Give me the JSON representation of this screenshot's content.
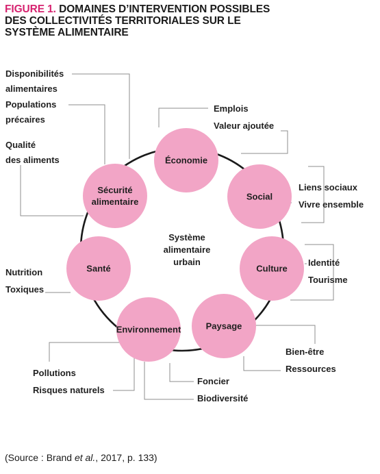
{
  "figure": {
    "label": "FIGURE 1.",
    "title_lines": [
      "DOMAINES D’INTERVENTION POSSIBLES",
      "DES COLLECTIVITÉS TERRITORIALES SUR LE",
      "SYSTÈME ALIMENTAIRE"
    ]
  },
  "center": {
    "lines": [
      "Système",
      "alimentaire",
      "urbain"
    ]
  },
  "domains": [
    {
      "id": "economie",
      "lines": [
        "Économie"
      ],
      "items": [
        [
          "Emplois"
        ],
        [
          "Valeur ajoutée"
        ]
      ]
    },
    {
      "id": "social",
      "lines": [
        "Social"
      ],
      "items": [
        [
          "Liens sociaux"
        ],
        [
          "Vivre ensemble"
        ]
      ]
    },
    {
      "id": "culture",
      "lines": [
        "Culture"
      ],
      "items": [
        [
          "Identité"
        ],
        [
          "Tourisme"
        ]
      ]
    },
    {
      "id": "paysage",
      "lines": [
        "Paysage"
      ],
      "items": [
        [
          "Bien-être"
        ],
        [
          "Ressources"
        ]
      ]
    },
    {
      "id": "environnement",
      "lines": [
        "Environnement"
      ],
      "items": [
        [
          "Foncier"
        ],
        [
          "Biodiversité"
        ],
        [
          "Pollutions"
        ],
        [
          "Risques naturels"
        ]
      ]
    },
    {
      "id": "sante",
      "lines": [
        "Santé"
      ],
      "items": [
        [
          "Nutrition"
        ],
        [
          "Toxiques"
        ]
      ]
    },
    {
      "id": "securite",
      "lines": [
        "Sécurité",
        "alimentaire"
      ],
      "items": [
        [
          "Disponibilités",
          "alimentaires"
        ],
        [
          "Populations",
          "précaires"
        ],
        [
          "Qualité",
          "des aliments"
        ]
      ]
    }
  ],
  "source": {
    "prefix": "(Source : Brand ",
    "italic": "et al.",
    "suffix": ", 2017, p. 133)"
  },
  "colors": {
    "circle": "#f2a5c6",
    "accent": "#d6226f",
    "ring": "#1a1a1a",
    "connector": "#8c8c8c"
  }
}
